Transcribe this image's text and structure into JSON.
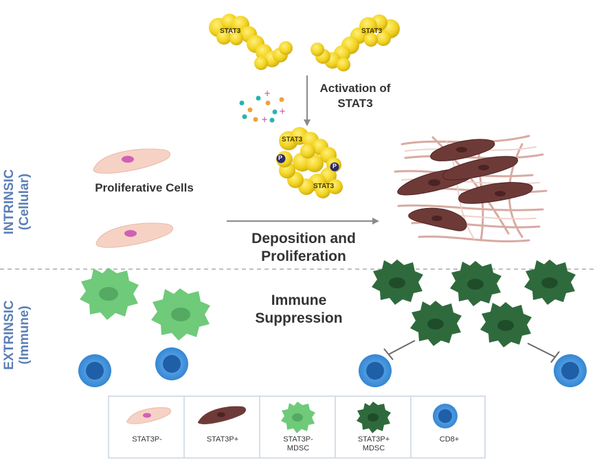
{
  "labels": {
    "activation_line1": "Activation of",
    "activation_line2": "STAT3",
    "proliferative": "Proliferative Cells",
    "deposition_line1": "Deposition and",
    "deposition_line2": "Proliferation",
    "immune_line1": "Immune",
    "immune_line2": "Suppression",
    "intrinsic_line1": "INTRINSIC",
    "intrinsic_line2": "(Cellular)",
    "extrinsic_line1": "EXTRINSIC",
    "extrinsic_line2": "(Immune)"
  },
  "molecules": {
    "stat3_tag": "STAT3",
    "phospho_tag": "P"
  },
  "legend": {
    "items": [
      {
        "line1": "STAT3P-",
        "line2": ""
      },
      {
        "line1": "STAT3P+",
        "line2": ""
      },
      {
        "line1": "STAT3P-",
        "line2": "MDSC"
      },
      {
        "line1": "STAT3P+",
        "line2": "MDSC"
      },
      {
        "line1": "CD8+",
        "line2": ""
      }
    ]
  },
  "colors": {
    "stat3_yellow": "#f2d320",
    "region_label_blue": "#5b7fb6",
    "fibroblast_pink": "#f6d2c4",
    "fibroblast_brown": "#6e3a38",
    "mdsc_light_green": "#6fca7a",
    "mdsc_dark_green": "#2f6a3c",
    "cd8_blue": "#2f82d0",
    "arrow_gray": "#8a8a8a"
  }
}
